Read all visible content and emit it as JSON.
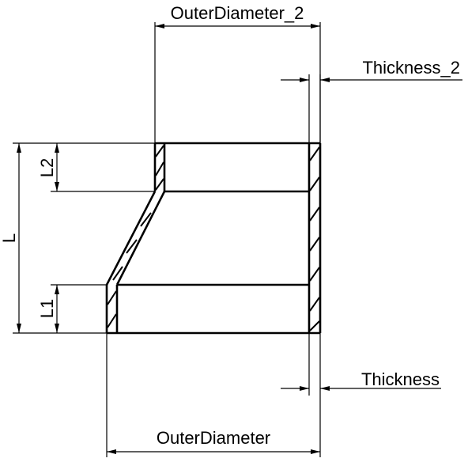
{
  "diagram": {
    "title": "",
    "labels": {
      "outer_diameter_2": "OuterDiameter_2",
      "thickness_2": "Thickness_2",
      "thickness": "Thickness",
      "outer_diameter": "OuterDiameter",
      "length": "L",
      "length_1": "L1",
      "length_2": "L2"
    }
  }
}
